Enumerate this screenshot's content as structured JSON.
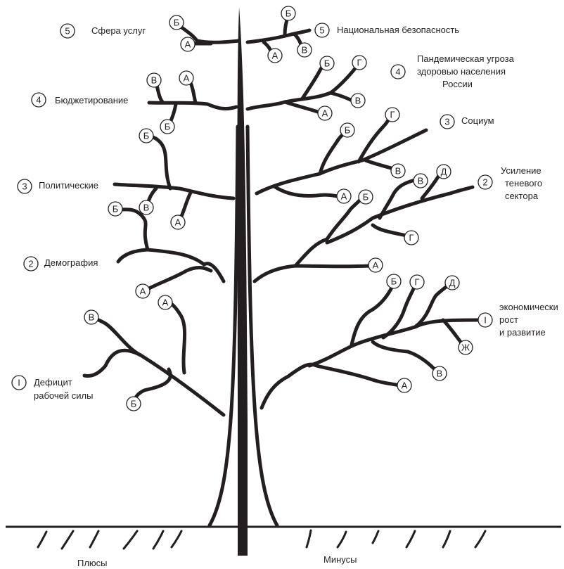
{
  "left_labels": {
    "services": {
      "num": "5",
      "text": "Сфера услуг"
    },
    "budgeting": {
      "num": "4",
      "text": "Бюджетирование"
    },
    "political": {
      "num": "3",
      "text": "Политические"
    },
    "demography": {
      "num": "2",
      "text": "Демография"
    },
    "labor_deficit": {
      "num": "I",
      "line1": "Дефицит",
      "line2": "рабочей силы"
    }
  },
  "right_labels": {
    "national_security": {
      "num": "5",
      "text": "Национальная безопасность"
    },
    "pandemic": {
      "num": "4",
      "line1": "Пандемическая угроза",
      "line2": "здоровью населения",
      "line3": "России"
    },
    "society": {
      "num": "3",
      "text": "Социум"
    },
    "shadow": {
      "num": "2",
      "line1": "Усиление",
      "line2": "теневого",
      "line3": "сектора"
    },
    "economic": {
      "num": "I",
      "line1": "экономически",
      "line2": "рост",
      "line3": "и развитие"
    }
  },
  "letters": {
    "a": "А",
    "b": "Б",
    "v": "В",
    "g": "Г",
    "d": "Д",
    "zh": "Ж"
  },
  "ground": {
    "pluses": "Плюсы",
    "minuses": "Минусы"
  },
  "colors": {
    "ink": "#231f20",
    "background": "#ffffff"
  }
}
